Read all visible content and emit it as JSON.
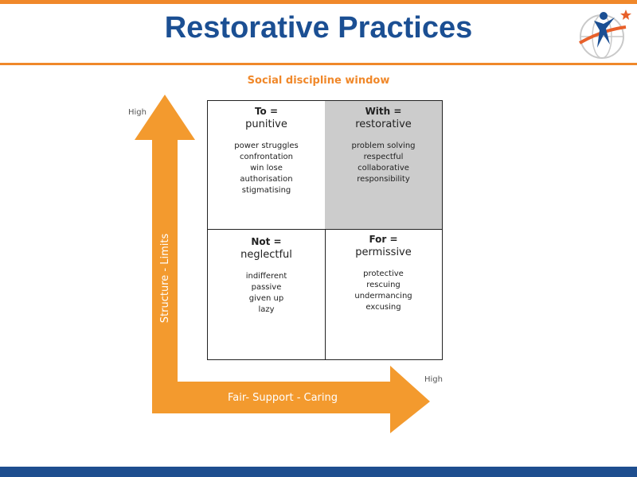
{
  "title": "Restorative Practices",
  "subtitle": "Social discipline window",
  "axes": {
    "y_label": "Structure - Limits",
    "x_label": "Fair- Support - Caring",
    "y_high": "High",
    "x_high": "High"
  },
  "quadrants": {
    "top_left": {
      "heading": "To =",
      "subheading": "punitive",
      "items": [
        "power struggles",
        "confrontation",
        "win lose",
        "authorisation",
        "stigmatising"
      ]
    },
    "top_right": {
      "heading": "With =",
      "subheading": "restorative",
      "items": [
        "problem solving",
        "respectful",
        "collaborative",
        "responsibility"
      ]
    },
    "bottom_left": {
      "heading": "Not =",
      "subheading": "neglectful",
      "items": [
        "indifferent",
        "passive",
        "given up",
        "lazy"
      ]
    },
    "bottom_right": {
      "heading": "For =",
      "subheading": "permissive",
      "items": [
        "protective",
        "rescuing",
        "undermancing",
        "excusing"
      ]
    }
  },
  "colors": {
    "accent_orange": "#f0882a",
    "title_blue": "#1b4f93",
    "shaded_quadrant": "#cccccc"
  }
}
